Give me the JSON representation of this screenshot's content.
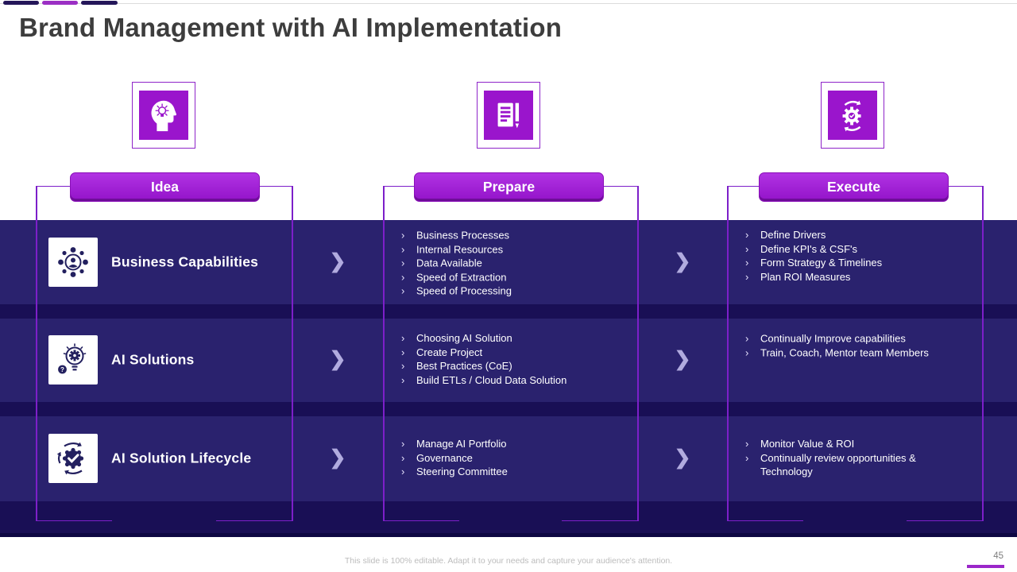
{
  "slide": {
    "title": "Brand Management with AI Implementation",
    "footer_note": "This slide is 100% editable. Adapt it to your needs and capture your audience's attention.",
    "page_number": "45"
  },
  "icons": {
    "chevron_right": "❯",
    "bullet": "›",
    "idea_icon": "head-lightbulb-icon",
    "prepare_icon": "document-pencil-icon",
    "execute_icon": "gear-sync-icon"
  },
  "colors": {
    "accent_purple": "#9a15cc",
    "bracket_purple": "#7d1fc9",
    "row_navy": "#2a226e",
    "deep_navy": "#190f55",
    "chevron_lavender": "#b1abdf",
    "title_gray": "#3d3d3d"
  },
  "columns": [
    {
      "label": "Idea"
    },
    {
      "label": "Prepare"
    },
    {
      "label": "Execute"
    }
  ],
  "rows": [
    {
      "label": "Business Capabilities",
      "icon": "team-network-icon",
      "prepare_items": [
        "Business Processes",
        "Internal Resources",
        "Data Available",
        "Speed of Extraction",
        "Speed of Processing"
      ],
      "execute_items": [
        "Define Drivers",
        "Define KPI's & CSF's",
        "Form Strategy & Timelines",
        "Plan ROI Measures"
      ]
    },
    {
      "label": "AI Solutions",
      "icon": "bulb-gear-question-icon",
      "prepare_items": [
        "Choosing AI Solution",
        "Create Project",
        "Best Practices (CoE)",
        "Build ETLs / Cloud Data Solution"
      ],
      "execute_items": [
        "Continually Improve capabilities",
        "Train, Coach, Mentor team Members"
      ]
    },
    {
      "label": "AI Solution Lifecycle",
      "icon": "sync-check-icon",
      "prepare_items": [
        "Manage AI Portfolio",
        "Governance",
        "Steering Committee"
      ],
      "execute_items": [
        "Monitor Value & ROI",
        "Continually review opportunities & Technology"
      ]
    }
  ]
}
